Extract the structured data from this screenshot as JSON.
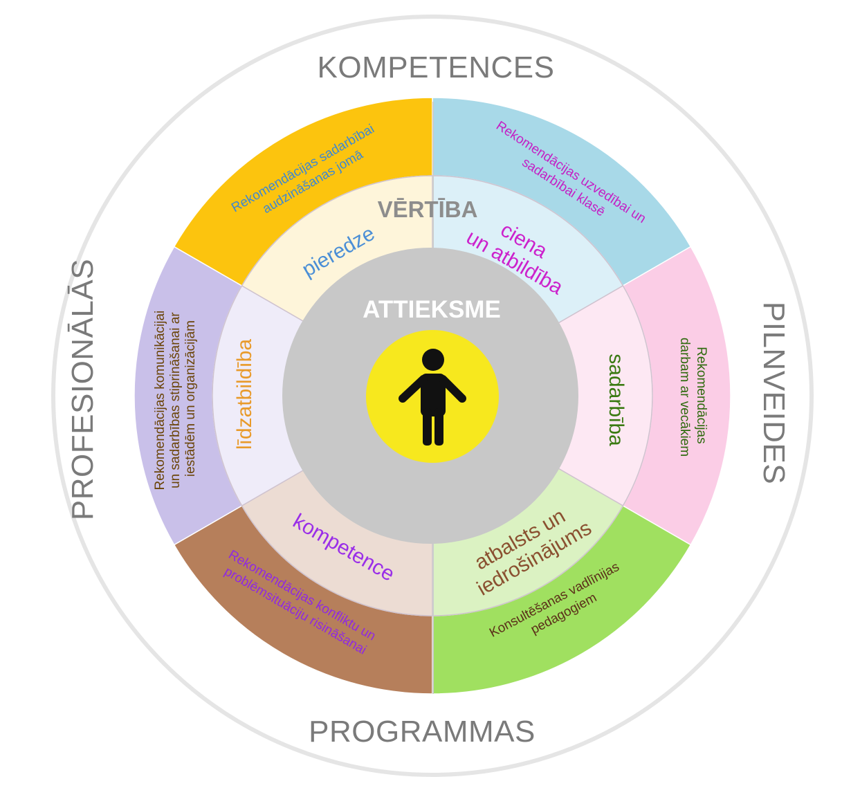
{
  "outer_ring": {
    "top": "KOMPETENCES",
    "left": "PROFESIONĀLĀS",
    "right": "PILNVEIDES",
    "bottom": "PROGRAMMAS"
  },
  "segments": [
    {
      "id": "pieredze",
      "value": "pieredze",
      "recommendation": [
        "Rekomendācijas sadarbībai",
        "audzināšanas jomā"
      ],
      "outer_color": "#a8d9e8",
      "inner_color": "#dcf0f8",
      "text_color": "#4a8ed6"
    },
    {
      "id": "ciena",
      "value": [
        "ciena",
        "un atbildība"
      ],
      "recommendation": [
        "Rekomendācijas uzvedībai un",
        "sadarbībai klasē"
      ],
      "outer_color": "#fbcde6",
      "inner_color": "#fde8f3",
      "text_color": "#cc22cc"
    },
    {
      "id": "sadarbiba",
      "value": "sadarbība",
      "recommendation": [
        "Rekomendācijas",
        "darbam ar vecākiem"
      ],
      "outer_color": "#a0e060",
      "inner_color": "#dbf2c2",
      "text_color": "#3a7a12"
    },
    {
      "id": "atbalsts",
      "value": [
        "atbalsts un",
        "iedrošinājums"
      ],
      "recommendation": [
        "Konsultēšanas vadlīnijas",
        "pedagogiem"
      ],
      "outer_color": "#b67f5b",
      "inner_color": "#ecdcd3",
      "text_color": "#8a5030"
    },
    {
      "id": "kompetence",
      "value": "kompetence",
      "recommendation": [
        "Rekomendācijas konfliktu un",
        "problēmsituāciju risināšanai"
      ],
      "outer_color": "#c9c0e9",
      "inner_color": "#efecf9",
      "text_color": "#9a2ee8"
    },
    {
      "id": "lidzatbildiba",
      "value": "līdzatbildība",
      "recommendation": [
        "Rekomendācijas komunikācijai",
        "un sadarbības stiprināšanai ar",
        "iestādēm un organizācijām"
      ],
      "outer_color": "#fcc40e",
      "inner_color": "#fef5da",
      "text_color": "#e89a2a"
    }
  ],
  "center": {
    "top_label": "VĒRTĪBA",
    "middle_label": "ATTIEKSME",
    "figure_icon": "person-icon",
    "disc_color": "#c8c8c8",
    "figure_bg": "#f7e81e"
  }
}
